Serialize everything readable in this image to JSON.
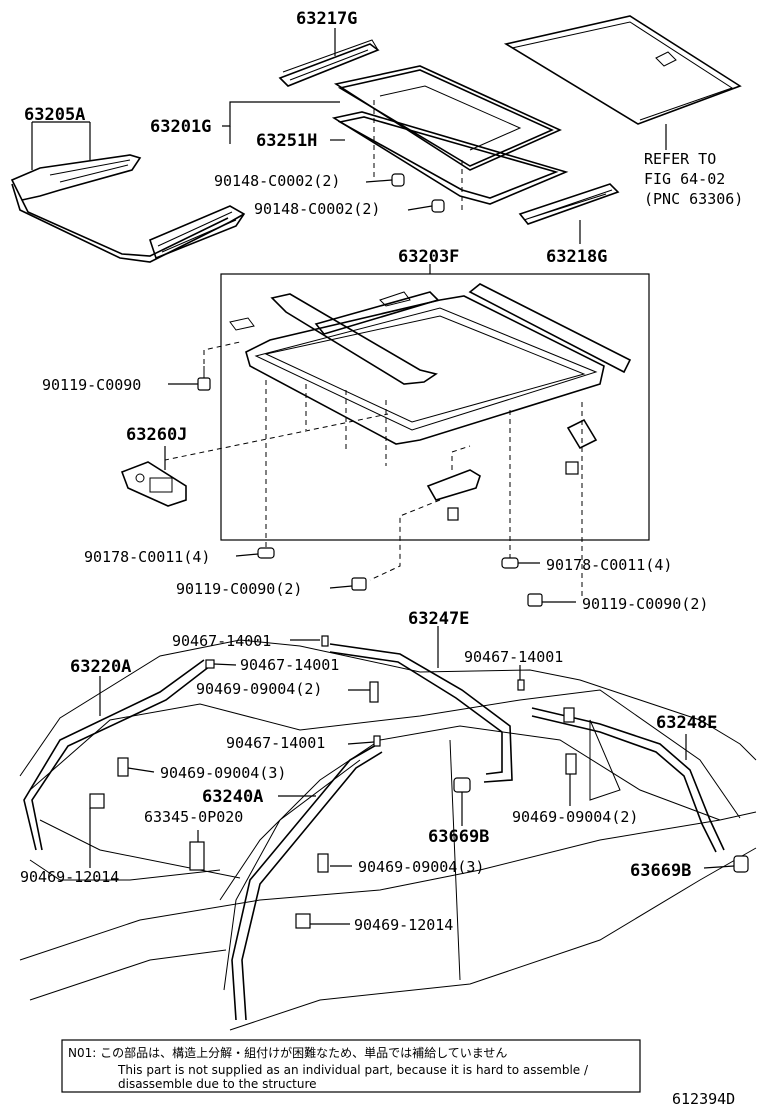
{
  "labels": {
    "p63217G": "63217G",
    "p63205A": "63205A",
    "p63201G": "63201G",
    "p63251H": "63251H",
    "p90148a": "90148-C0002(2)",
    "p90148b": "90148-C0002(2)",
    "p63218G": "63218G",
    "refer1": "REFER TO",
    "refer2": "FIG 64-02",
    "refer3": "(PNC 63306)",
    "p63203F": "63203F",
    "p90119a": "90119-C0090",
    "p63260J": "63260J",
    "p90178a": "90178-C0011(4)",
    "p90178b": "90178-C0011(4)",
    "p90119b": "90119-C0090(2)",
    "p90119c": "90119-C0090(2)",
    "p63247E": "63247E",
    "p90467a": "90467-14001",
    "p90467b": "90467-14001",
    "p90467c": "90467-14001",
    "p90467d": "90467-14001",
    "p63220A": "63220A",
    "p90469a": "90469-09004(2)",
    "p63248E": "63248E",
    "p90469b": "90469-09004(3)",
    "p63240A": "63240A",
    "p63345": "63345-0P020",
    "p90469c": "90469-09004(2)",
    "p63669Ba": "63669B",
    "p63669Bb": "63669B",
    "p90469d": "90469-09004(3)",
    "p90469e": "90469-12014",
    "p90469f": "90469-12014"
  },
  "note": {
    "jp": "N01: この部品は、構造上分解・組付けが困難なため、単品では補給していません",
    "en1": "This part is not supplied as an individual part, because it is hard to assemble /",
    "en2": "disassemble due to the structure"
  },
  "figure_id": "612394D"
}
